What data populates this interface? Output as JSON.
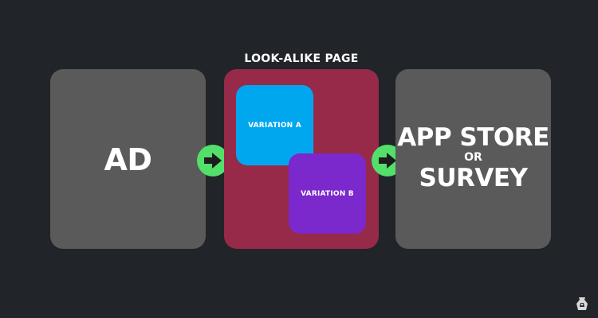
{
  "ad": {
    "label": "AD"
  },
  "lookalike_page": {
    "title": "LOOK-ALIKE PAGE",
    "variation_a": "VARIATION A",
    "variation_b": "VARIATION B"
  },
  "destination": {
    "line1": "APP STORE",
    "line2": "OR",
    "line3": "SURVEY"
  },
  "icons": {
    "arrow1": "arrow-right-icon",
    "arrow2": "arrow-right-icon",
    "logo": "brand-logo-icon"
  },
  "colors": {
    "background": "#212428",
    "box_gray": "#5a5a5a",
    "page_crimson": "#962a48",
    "variation_a_blue": "#00a7ee",
    "variation_b_purple": "#7b28cc",
    "arrow_green": "#52e06a"
  }
}
